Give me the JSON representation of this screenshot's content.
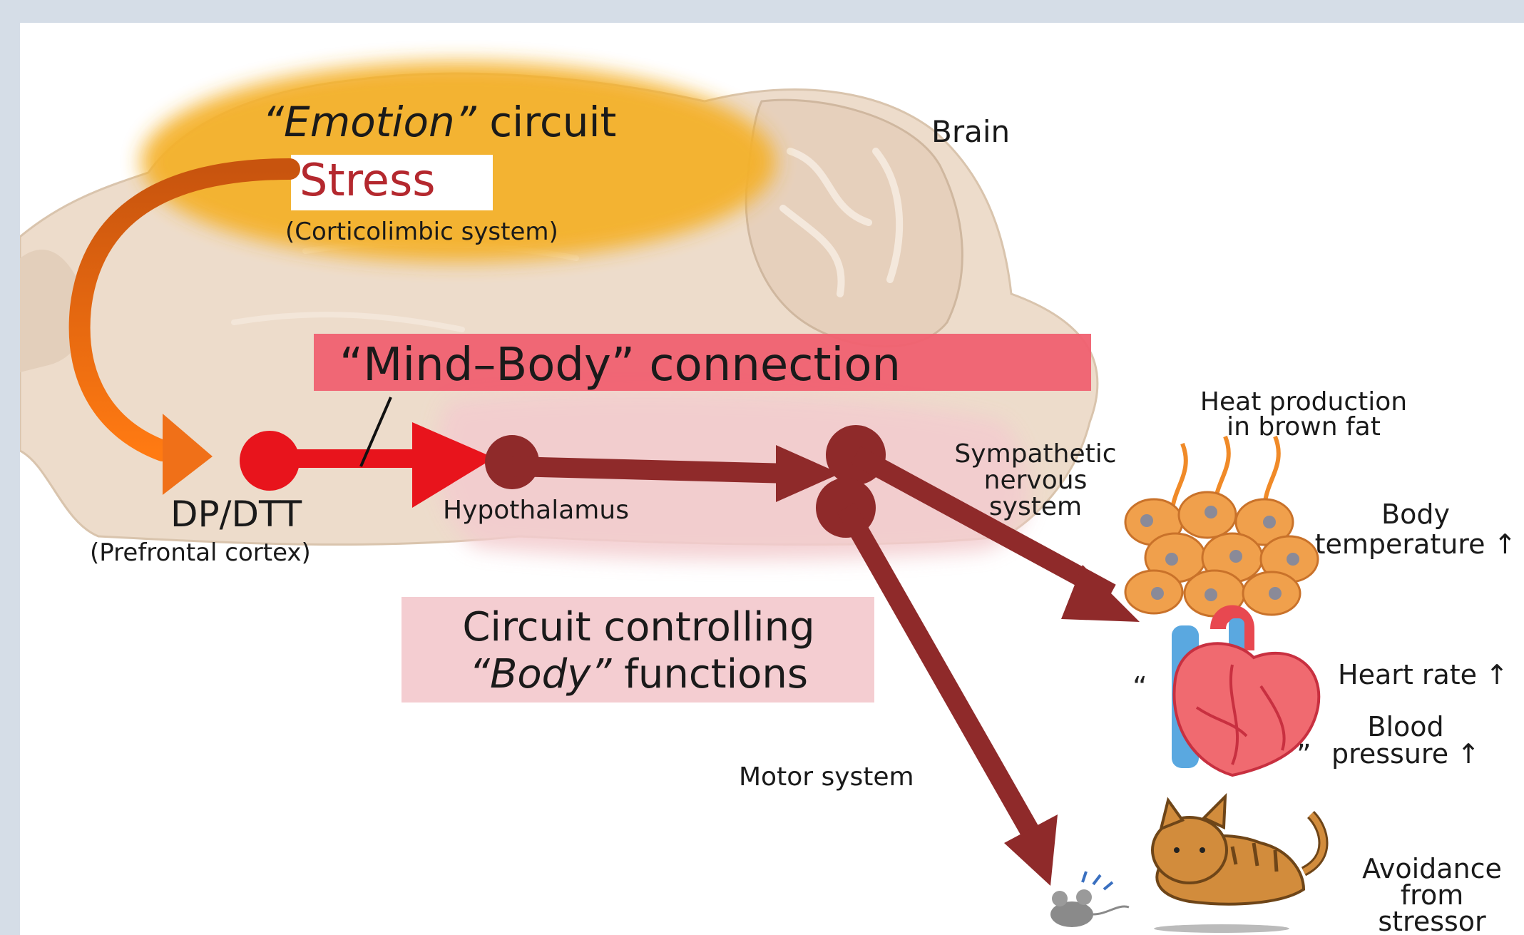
{
  "labels": {
    "emotion_word": "“Emotion”",
    "emotion_rest": " circuit",
    "stress": "Stress",
    "corticolimbic": "(Corticolimbic system)",
    "brain": "Brain",
    "mind_body": "“Mind–Body” connection",
    "dp_dtt": "DP/DTT",
    "prefrontal": "(Prefrontal cortex)",
    "hypothalamus": "Hypothalamus",
    "sympathetic_1": "Sympathetic",
    "sympathetic_2": "nervous",
    "sympathetic_3": "system",
    "heat_1": "Heat production",
    "heat_2": "in brown fat",
    "body_temp_1": "Body",
    "body_temp_2": "temperature ↑",
    "body_functions_1": "Circuit controlling",
    "body_word": "“Body”",
    "body_functions_rest": " functions",
    "heart_rate": "Heart rate ↑",
    "blood_1": "Blood",
    "blood_2": "pressure ↑",
    "motor": "Motor system",
    "avoid_1": "Avoidance",
    "avoid_2": "from",
    "avoid_3": "stressor"
  },
  "colors": {
    "emotion_ellipse": "#f4b12c",
    "mind_body_box": "#f06070",
    "body_box": "#f3c8cc",
    "dp_node": "#e8141c",
    "pathway": "#8f2a2a",
    "stress_arrow": "#f07018",
    "stress_text": "#b4282e",
    "brain": "#eddccb"
  }
}
